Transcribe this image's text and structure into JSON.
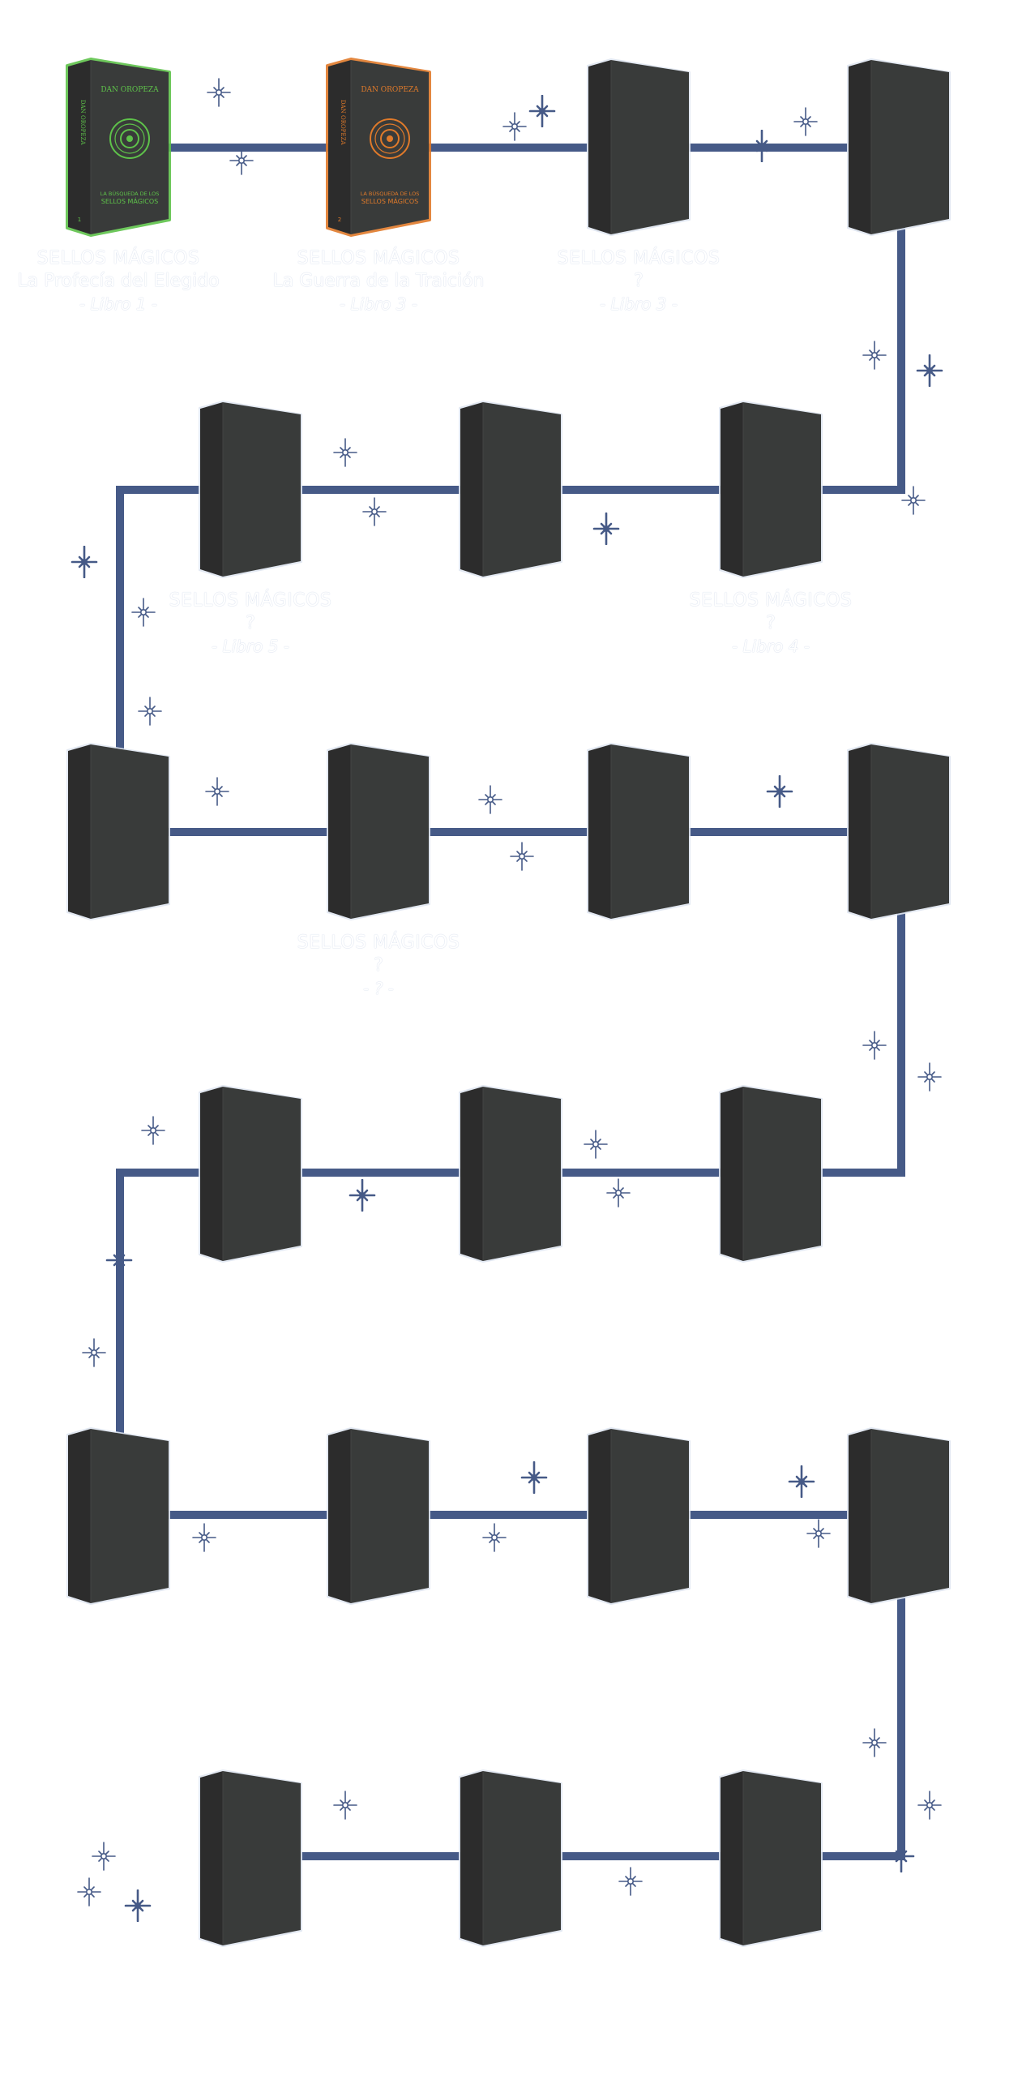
{
  "colors": {
    "path": "#465a87",
    "book_body": "#393b3a",
    "book_spine": "#2c2c2c",
    "book1_accent": "#5ec24a",
    "book2_accent": "#e07a2a",
    "label_outline": "#c9d3e6"
  },
  "books": [
    {
      "row": 1,
      "col": 1,
      "status": "published",
      "accent": "green",
      "cover": {
        "author": "DAN OROPEZA",
        "series": "LA BÚSQUEDA DE LOS",
        "series2": "SELLOS MÁGICOS",
        "number": "1"
      },
      "label": {
        "line1": "SELLOS MÁGICOS",
        "line2": "La Profecía del Elegido",
        "line3_prefix": "- ",
        "line3_em": "Libro 1",
        "line3_suffix": " -"
      }
    },
    {
      "row": 1,
      "col": 2,
      "status": "published",
      "accent": "orange",
      "cover": {
        "author": "DAN OROPEZA",
        "series": "LA BÚSQUEDA DE LOS",
        "series2": "SELLOS MÁGICOS",
        "number": "2"
      },
      "label": {
        "line1": "SELLOS MÁGICOS",
        "line2": "La Guerra de la Traición",
        "line3_prefix": "- ",
        "line3_em": "Libro 3",
        "line3_suffix": " -"
      }
    },
    {
      "row": 1,
      "col": 3,
      "status": "upcoming",
      "label": {
        "line1": "SELLOS MÁGICOS",
        "line2": "?",
        "line3_prefix": "- ",
        "line3_em": "Libro 3",
        "line3_suffix": " -"
      }
    },
    {
      "row": 1,
      "col": 4,
      "status": "upcoming"
    },
    {
      "row": 2,
      "col": 3,
      "status": "upcoming",
      "label": {
        "line1": "SELLOS MÁGICOS",
        "line2": "?",
        "line3_prefix": "- ",
        "line3_em": "Libro 4",
        "line3_suffix": " -"
      }
    },
    {
      "row": 2,
      "col": 2,
      "status": "upcoming"
    },
    {
      "row": 2,
      "col": 1,
      "status": "upcoming",
      "label": {
        "line1": "SELLOS MÁGICOS",
        "line2": "?",
        "line3_prefix": "- ",
        "line3_em": "Libro 5",
        "line3_suffix": " -"
      }
    },
    {
      "row": 3,
      "col": 1,
      "status": "upcoming"
    },
    {
      "row": 3,
      "col": 2,
      "status": "upcoming",
      "label": {
        "line1": "SELLOS MÁGICOS",
        "line2": "?",
        "line3_prefix": "- ",
        "line3_em": "?",
        "line3_suffix": " -"
      }
    },
    {
      "row": 3,
      "col": 3,
      "status": "upcoming"
    },
    {
      "row": 3,
      "col": 4,
      "status": "upcoming"
    },
    {
      "row": 4,
      "col": 3,
      "status": "upcoming"
    },
    {
      "row": 4,
      "col": 2,
      "status": "upcoming"
    },
    {
      "row": 4,
      "col": 1,
      "status": "upcoming"
    },
    {
      "row": 5,
      "col": 1,
      "status": "upcoming"
    },
    {
      "row": 5,
      "col": 2,
      "status": "upcoming"
    },
    {
      "row": 5,
      "col": 3,
      "status": "upcoming"
    },
    {
      "row": 5,
      "col": 4,
      "status": "upcoming"
    },
    {
      "row": 6,
      "col": 3,
      "status": "upcoming"
    },
    {
      "row": 6,
      "col": 2,
      "status": "upcoming"
    },
    {
      "row": 6,
      "col": 1,
      "status": "upcoming"
    }
  ],
  "stars": [
    {
      "type": "hollow"
    },
    {
      "type": "hollow"
    },
    {
      "type": "hollow"
    },
    {
      "type": "filled"
    },
    {
      "type": "filled"
    },
    {
      "type": "hollow"
    },
    {
      "type": "hollow"
    },
    {
      "type": "filled"
    },
    {
      "type": "hollow"
    },
    {
      "type": "hollow"
    },
    {
      "type": "hollow"
    },
    {
      "type": "filled"
    },
    {
      "type": "filled"
    },
    {
      "type": "hollow"
    },
    {
      "type": "hollow"
    },
    {
      "type": "hollow"
    },
    {
      "type": "hollow"
    },
    {
      "type": "hollow"
    },
    {
      "type": "filled"
    },
    {
      "type": "hollow"
    },
    {
      "type": "hollow"
    },
    {
      "type": "hollow"
    },
    {
      "type": "filled"
    },
    {
      "type": "hollow"
    },
    {
      "type": "hollow"
    },
    {
      "type": "filled"
    },
    {
      "type": "hollow"
    },
    {
      "type": "hollow"
    },
    {
      "type": "filled"
    },
    {
      "type": "hollow"
    },
    {
      "type": "filled"
    },
    {
      "type": "hollow"
    },
    {
      "type": "hollow"
    },
    {
      "type": "hollow"
    },
    {
      "type": "filled"
    },
    {
      "type": "hollow"
    },
    {
      "type": "hollow"
    },
    {
      "type": "hollow"
    },
    {
      "type": "hollow"
    },
    {
      "type": "filled"
    }
  ]
}
